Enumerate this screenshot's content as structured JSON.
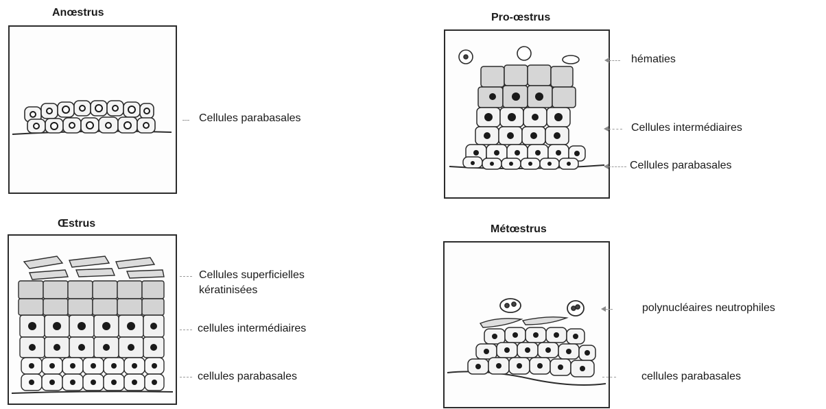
{
  "panels": {
    "anoestrus": {
      "title": "Anœstrus",
      "labels": [
        "Cellules parabasales"
      ]
    },
    "pro_oestrus": {
      "title": "Pro-œstrus",
      "labels": [
        "hématies",
        "Cellules intermédiaires",
        "Cellules parabasales"
      ]
    },
    "oestrus": {
      "title": "Œstrus",
      "labels": [
        "Cellules superficielles",
        "kératinisées",
        "cellules intermédiaires",
        "cellules parabasales"
      ]
    },
    "metoestrus": {
      "title": "Métœstrus",
      "labels": [
        "polynucléaires neutrophiles",
        "cellules parabasales"
      ]
    }
  },
  "colors": {
    "ink": "#2b2b2b",
    "shade": "#c9c9c9",
    "leader": "#9a9a9a"
  }
}
